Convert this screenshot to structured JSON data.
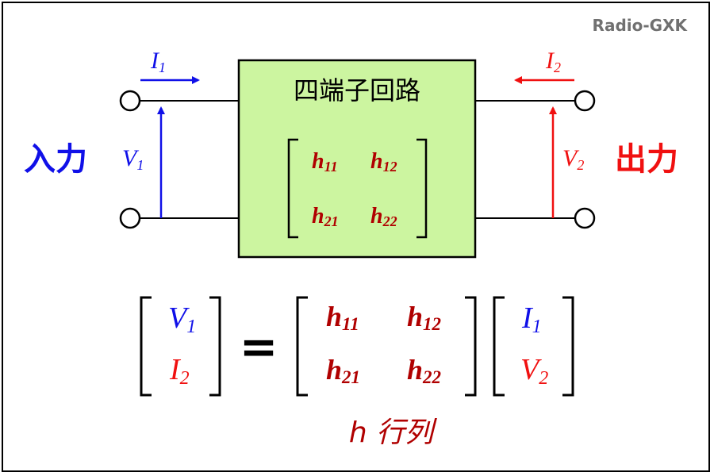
{
  "watermark": "Radio-GXK",
  "block": {
    "title": "四端子回路",
    "fill": "#ccf5a0",
    "matrix": {
      "h11": {
        "base": "h",
        "sub": "11"
      },
      "h12": {
        "base": "h",
        "sub": "12"
      },
      "h21": {
        "base": "h",
        "sub": "21"
      },
      "h22": {
        "base": "h",
        "sub": "22"
      }
    }
  },
  "input": {
    "label": "入力",
    "current": {
      "base": "I",
      "sub": "1"
    },
    "voltage": {
      "base": "V",
      "sub": "1"
    }
  },
  "output": {
    "label": "出力",
    "current": {
      "base": "I",
      "sub": "2"
    },
    "voltage": {
      "base": "V",
      "sub": "2"
    }
  },
  "equation": {
    "lhs": [
      {
        "base": "V",
        "sub": "1"
      },
      {
        "base": "I",
        "sub": "2"
      }
    ],
    "equals": "=",
    "h": [
      {
        "base": "h",
        "sub": "11"
      },
      {
        "base": "h",
        "sub": "12"
      },
      {
        "base": "h",
        "sub": "21"
      },
      {
        "base": "h",
        "sub": "22"
      }
    ],
    "rhs": [
      {
        "base": "I",
        "sub": "1"
      },
      {
        "base": "V",
        "sub": "2"
      }
    ],
    "caption": "h 行列"
  },
  "colors": {
    "blue": "#1010e8",
    "red": "#f01010",
    "darkred": "#b00000",
    "gray": "#707070",
    "black": "#000000"
  }
}
